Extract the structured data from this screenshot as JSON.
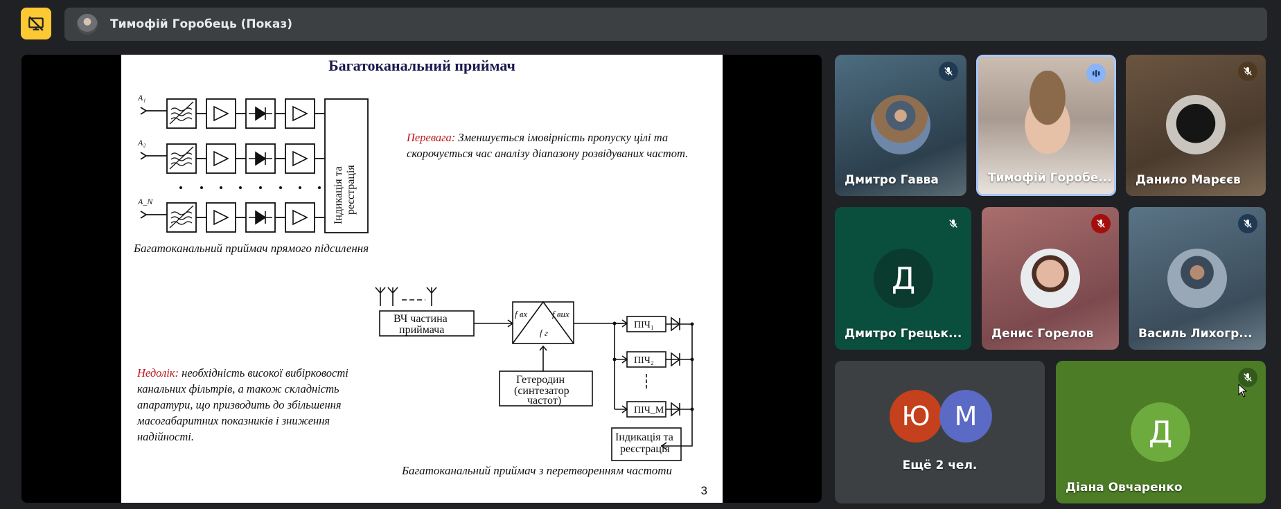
{
  "presenter": {
    "name": "Тимофій Горобець (Показ)"
  },
  "slide": {
    "title": "Багатоканальний приймач",
    "channel_labels": [
      "A₁",
      "A₂",
      "A_N"
    ],
    "indication_label_1": "Індикація та",
    "indication_label_2": "реєстрація",
    "caption_direct": "Багатоканальний приймач прямого підсилення",
    "advantage_label": "Перевага:",
    "advantage_text": " Зменшується імовірність пропуску цілі та скорочується час аналізу діапазону розвідуваних частот.",
    "disadvantage_label": "Недолік:",
    "disadvantage_text": " необхідність високої вибірковості канальних фільтрів, а також складність апаратури, що призводить до збільшення масогабаритних показників і зниження надійності.",
    "rf_block_1": "ВЧ частина",
    "rf_block_2": "приймача",
    "mixer_in": "f вх",
    "mixer_out": "f вих",
    "mixer_lo": "f г",
    "lo_block_1": "Гетеродин",
    "lo_block_2": "(синтезатор",
    "lo_block_3": "частот)",
    "if_labels": [
      "ПІЧ₁",
      "ПІЧ₂",
      "ПІЧ_M"
    ],
    "indication2_1": "Індикація та",
    "indication2_2": "реєстрація",
    "caption_conversion": "Багатоканальний приймач з  перетворенням частоти",
    "page_number": "3"
  },
  "participants": [
    {
      "name": "Дмитро Гавва",
      "mic": "muted"
    },
    {
      "name": "Тимофій Горобе...",
      "mic": "speaking"
    },
    {
      "name": "Данило Марєєв",
      "mic": "muted"
    },
    {
      "name": "Дмитро Грецьк...",
      "initial": "Д",
      "mic": "muted"
    },
    {
      "name": "Денис Горелов",
      "mic": "muted"
    },
    {
      "name": "Василь Лихогр...",
      "mic": "muted"
    },
    {
      "name": "Ещё 2 чел.",
      "initials": [
        "Ю",
        "М"
      ]
    },
    {
      "name": "Діана Овчаренко",
      "initial": "Д",
      "mic": "muted"
    }
  ],
  "colors": {
    "accent": "#fcc934",
    "muted_red": "#a50e0e",
    "tile_dark": "#3c4043",
    "initial_green": "#4c8c2b"
  }
}
